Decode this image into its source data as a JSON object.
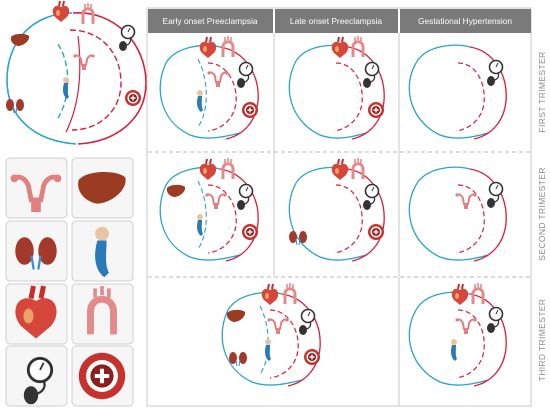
{
  "columns": [
    {
      "label": "Early onset Preeclampsia"
    },
    {
      "label": "Late onset Preeclampsia"
    },
    {
      "label": "Gestational Hypertension"
    }
  ],
  "rows": [
    {
      "label": "FIRST TRIMESTER"
    },
    {
      "label": "SECOND TRIMESTER"
    },
    {
      "label": "THIRD TRIMESTER"
    }
  ],
  "legend_icons": [
    "uterus-icon",
    "liver-icon",
    "kidneys-icon",
    "fetus-icon",
    "heart-icon",
    "aorta-icon",
    "blood-pressure-gauge-icon",
    "vascular-cross-section-icon"
  ],
  "colors": {
    "maternal": "#d81f3c",
    "fetal": "#2aa3cf",
    "header_bg": "#7a7a7a",
    "grid": "#c8c8c8"
  }
}
